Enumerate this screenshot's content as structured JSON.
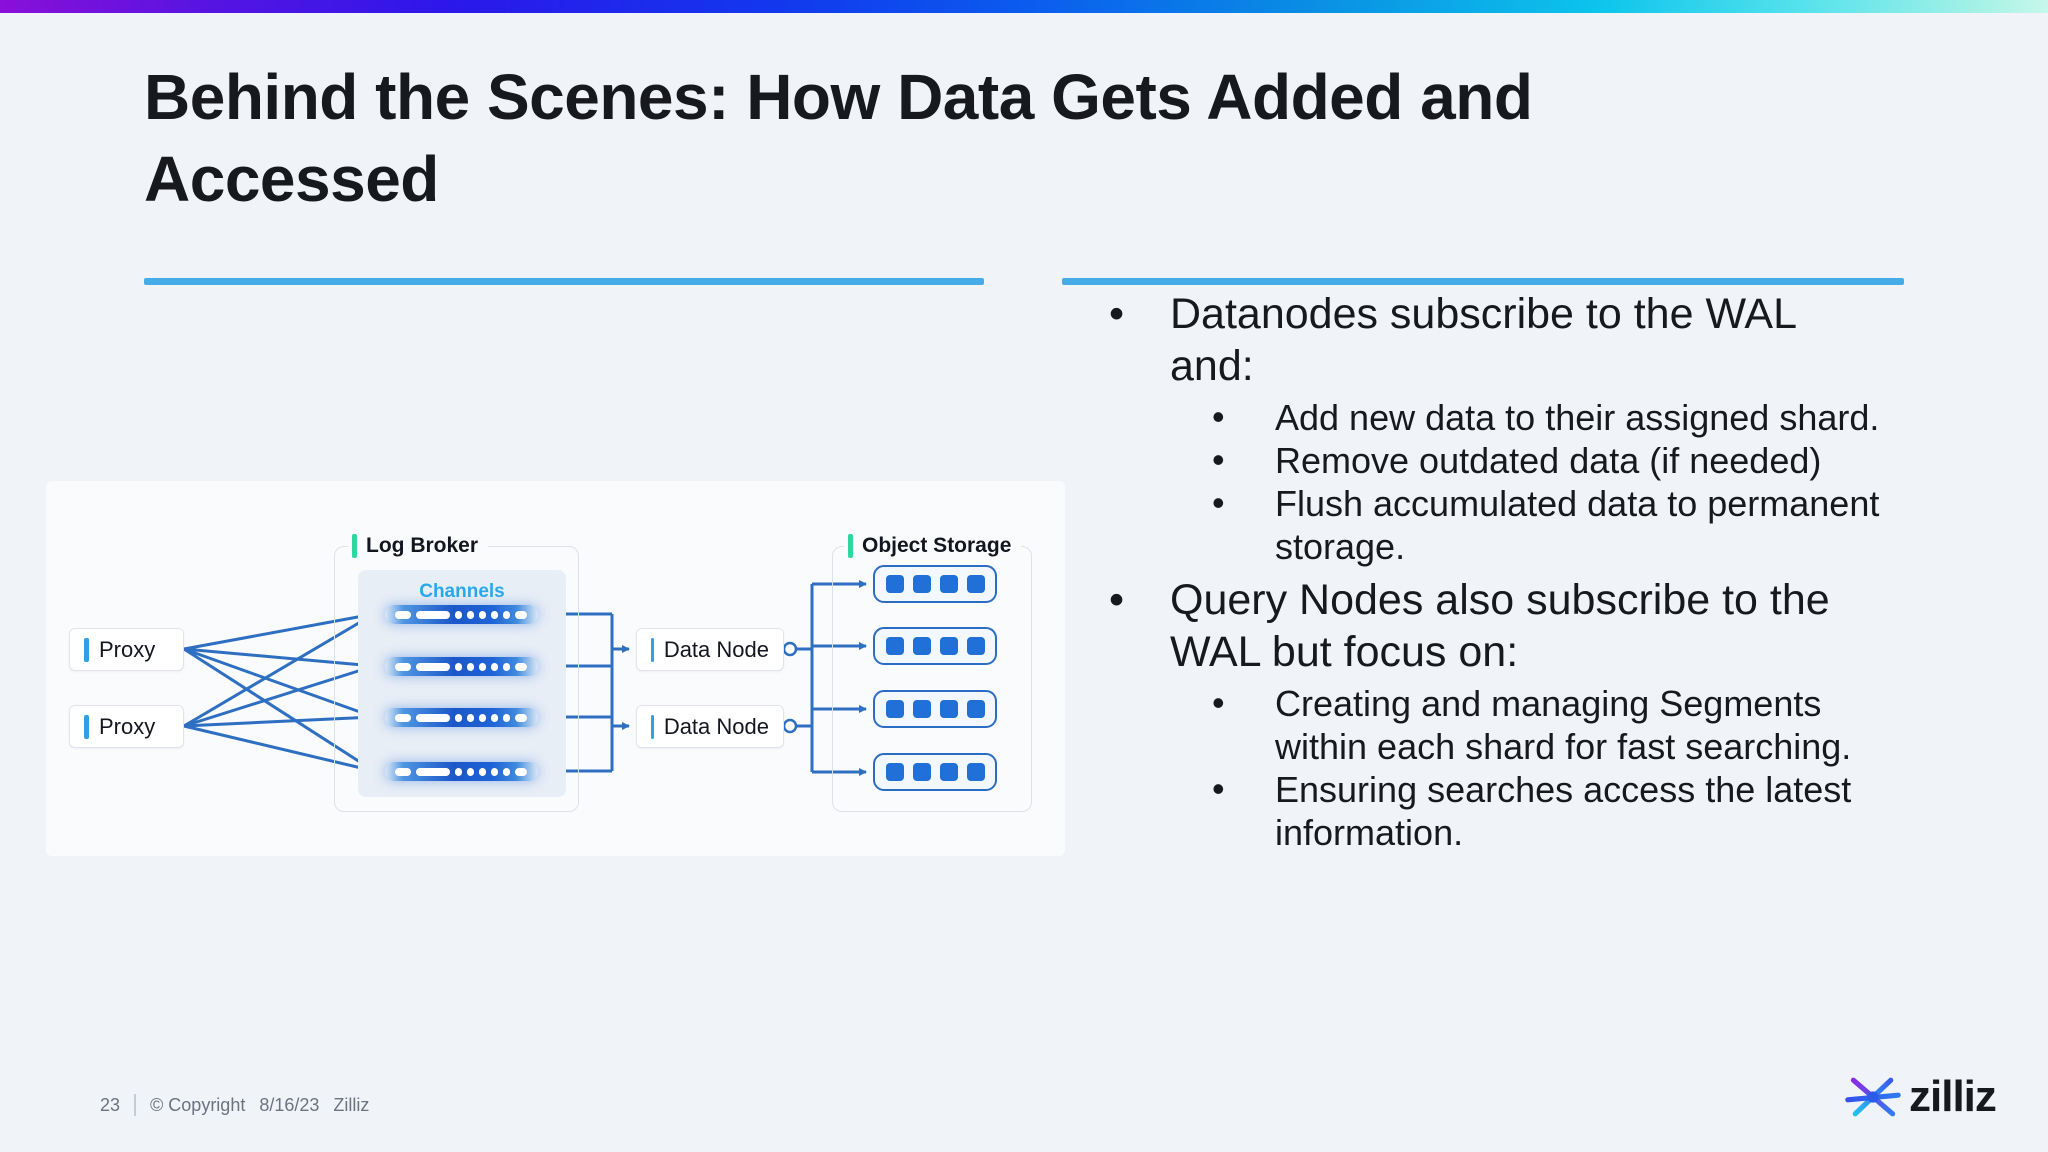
{
  "slide": {
    "title": "Behind the Scenes: How Data Gets Added and Accessed",
    "page_number": "23",
    "footer": {
      "copyright": "© Copyright",
      "date": "8/16/23",
      "company": "Zilliz"
    },
    "logo_text": "zilliz"
  },
  "bullets": [
    {
      "label": "Datanodes subscribe to the WAL\nand:",
      "children": [
        "Add new data to their assigned shard.",
        "Remove outdated data (if needed)",
        "Flush accumulated data to permanent\nstorage."
      ]
    },
    {
      "label": "Query Nodes also subscribe to the\nWAL but focus on:",
      "children": [
        "Creating and managing Segments\nwithin each shard for fast searching.",
        "Ensuring searches access the latest\ninformation."
      ]
    }
  ],
  "diagram": {
    "proxy1_label": "Proxy",
    "proxy2_label": "Proxy",
    "log_broker_label": "Log Broker",
    "channels_label": "Channels",
    "data_node1_label": "Data Node",
    "data_node2_label": "Data Node",
    "object_storage_label": "Object Storage"
  },
  "colors": {
    "page_background": "#f0f4f8",
    "top_bar_gradient": [
      "#8a0fd8",
      "#2c17ea",
      "#0b5bee",
      "#0cc4ec",
      "#a9f2e6"
    ],
    "divider_blue": "#45ace8",
    "teal_tick": "#2bd9a0",
    "blue_tick": "#2e9fe8",
    "diagram_line_blue": "#2e6fc2",
    "channel_deep_blue": "#1c57c9",
    "channels_label_blue": "#29a9e9",
    "storage_square_blue": "#2170d8",
    "title_text": "#17191d",
    "footer_text": "#6b7280"
  }
}
